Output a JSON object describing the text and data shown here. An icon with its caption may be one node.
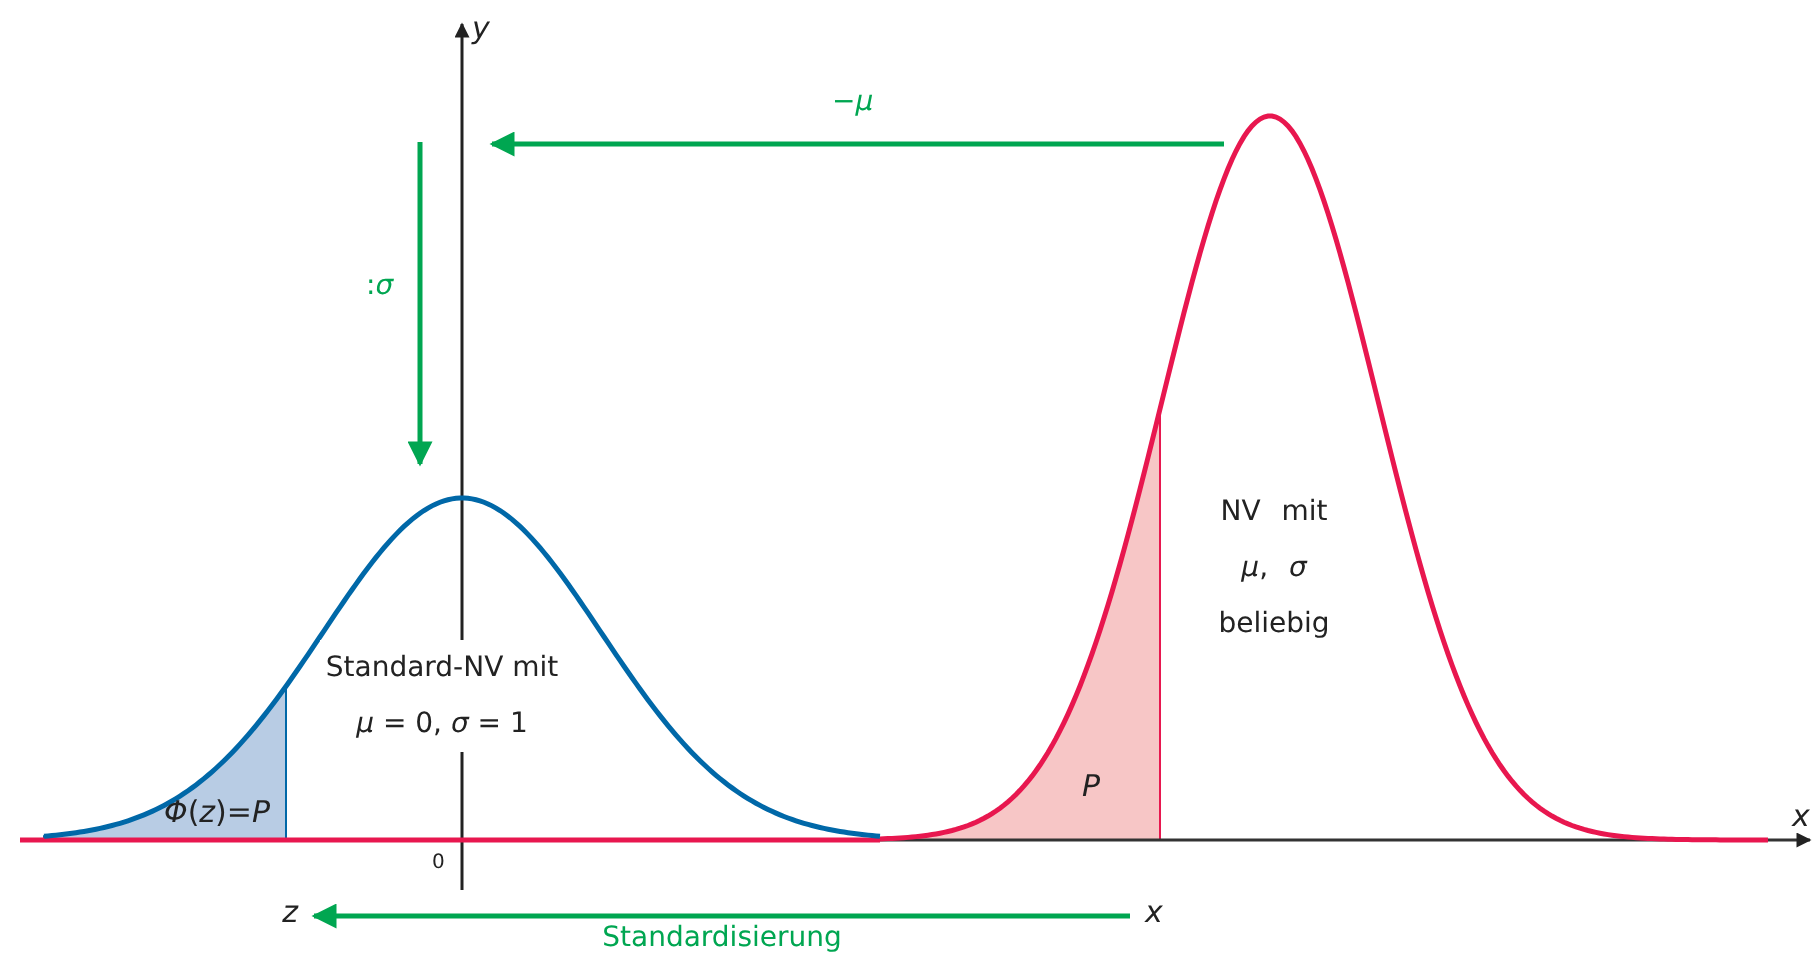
{
  "diagram": {
    "nodes": [
      {
        "text": [
          "z"
        ]
      },
      {
        "text": [
          "x"
        ]
      }
    ],
    "edges": [
      {
        "from": 1,
        "to": 0,
        "arrow": "to",
        "label": "Standardisierung"
      }
    ],
    "labels": [
      "y",
      "−*μ*",
      ":*σ*",
      "Standard-NV mit *μ* = 0, *σ* = 1",
      "NV mit *μ*, *σ* beliebig",
      "*Φ*(*z*)=*P*",
      "*P*",
      "x",
      "0"
    ]
  }
}
